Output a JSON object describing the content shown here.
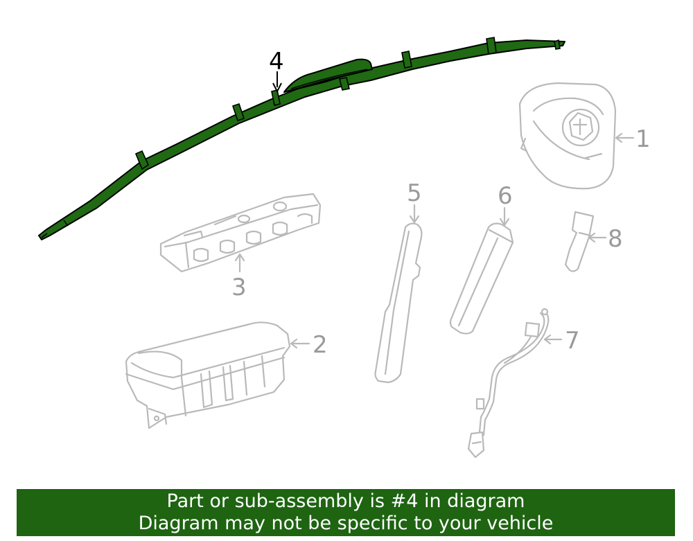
{
  "colors": {
    "highlight_fill": "#1f6a12",
    "highlight_stroke": "#000000",
    "other_parts": "#b9b9b9",
    "banner_background": "#1e6411",
    "banner_text": "#ffffff"
  },
  "callouts": {
    "part1": "1",
    "part2": "2",
    "part3": "3",
    "part4": "4",
    "part5": "5",
    "part6": "6",
    "part7": "7",
    "part8": "8"
  },
  "banner": {
    "line1": "Part or sub-assembly is #4 in diagram",
    "line2": "Diagram may not be specific to your vehicle"
  }
}
